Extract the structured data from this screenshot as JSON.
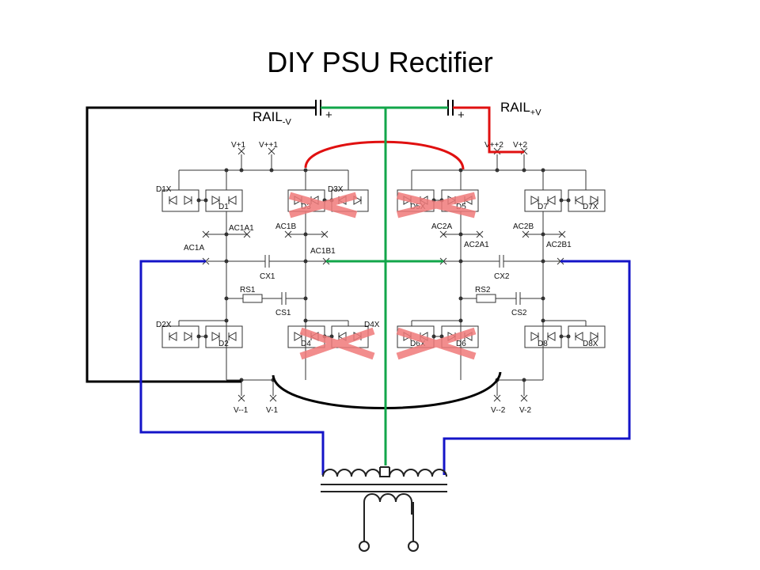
{
  "title": "DIY PSU Rectifier",
  "rails": {
    "neg": {
      "label": "RAIL",
      "sub": "-V"
    },
    "pos": {
      "label": "RAIL",
      "sub": "+V"
    },
    "plus": "+"
  },
  "labels": {
    "vp1": "V+1",
    "vpp1": "V++1",
    "vpp2": "V++2",
    "vp2": "V+2",
    "d1x": "D1X",
    "d1": "D1",
    "d3": "D3",
    "d3x": "D3X",
    "d5x": "D5X",
    "d5": "D5",
    "d7": "D7",
    "d7x": "D7X",
    "ac1a1": "AC1A1",
    "ac1b": "AC1B",
    "ac2a": "AC2A",
    "ac2b": "AC2B",
    "ac1a": "AC1A",
    "ac1b1": "AC1B1",
    "ac2a1": "AC2A1",
    "ac2b1": "AC2B1",
    "cx1": "CX1",
    "cx2": "CX2",
    "rs1": "RS1",
    "rs2": "RS2",
    "cs1": "CS1",
    "cs2": "CS2",
    "d2x": "D2X",
    "d2": "D2",
    "d4": "D4",
    "d4x": "D4X",
    "d6x": "D6X",
    "d6": "D6",
    "d8": "D8",
    "d8x": "D8X",
    "vmm1": "V--1",
    "vm1": "V-1",
    "vmm2": "V--2",
    "vm2": "V-2"
  },
  "colors": {
    "black": "#000000",
    "red": "#e01010",
    "green": "#12a64a",
    "blue": "#1414c8",
    "cross": "#f07a7a",
    "schematic": "#333333"
  }
}
